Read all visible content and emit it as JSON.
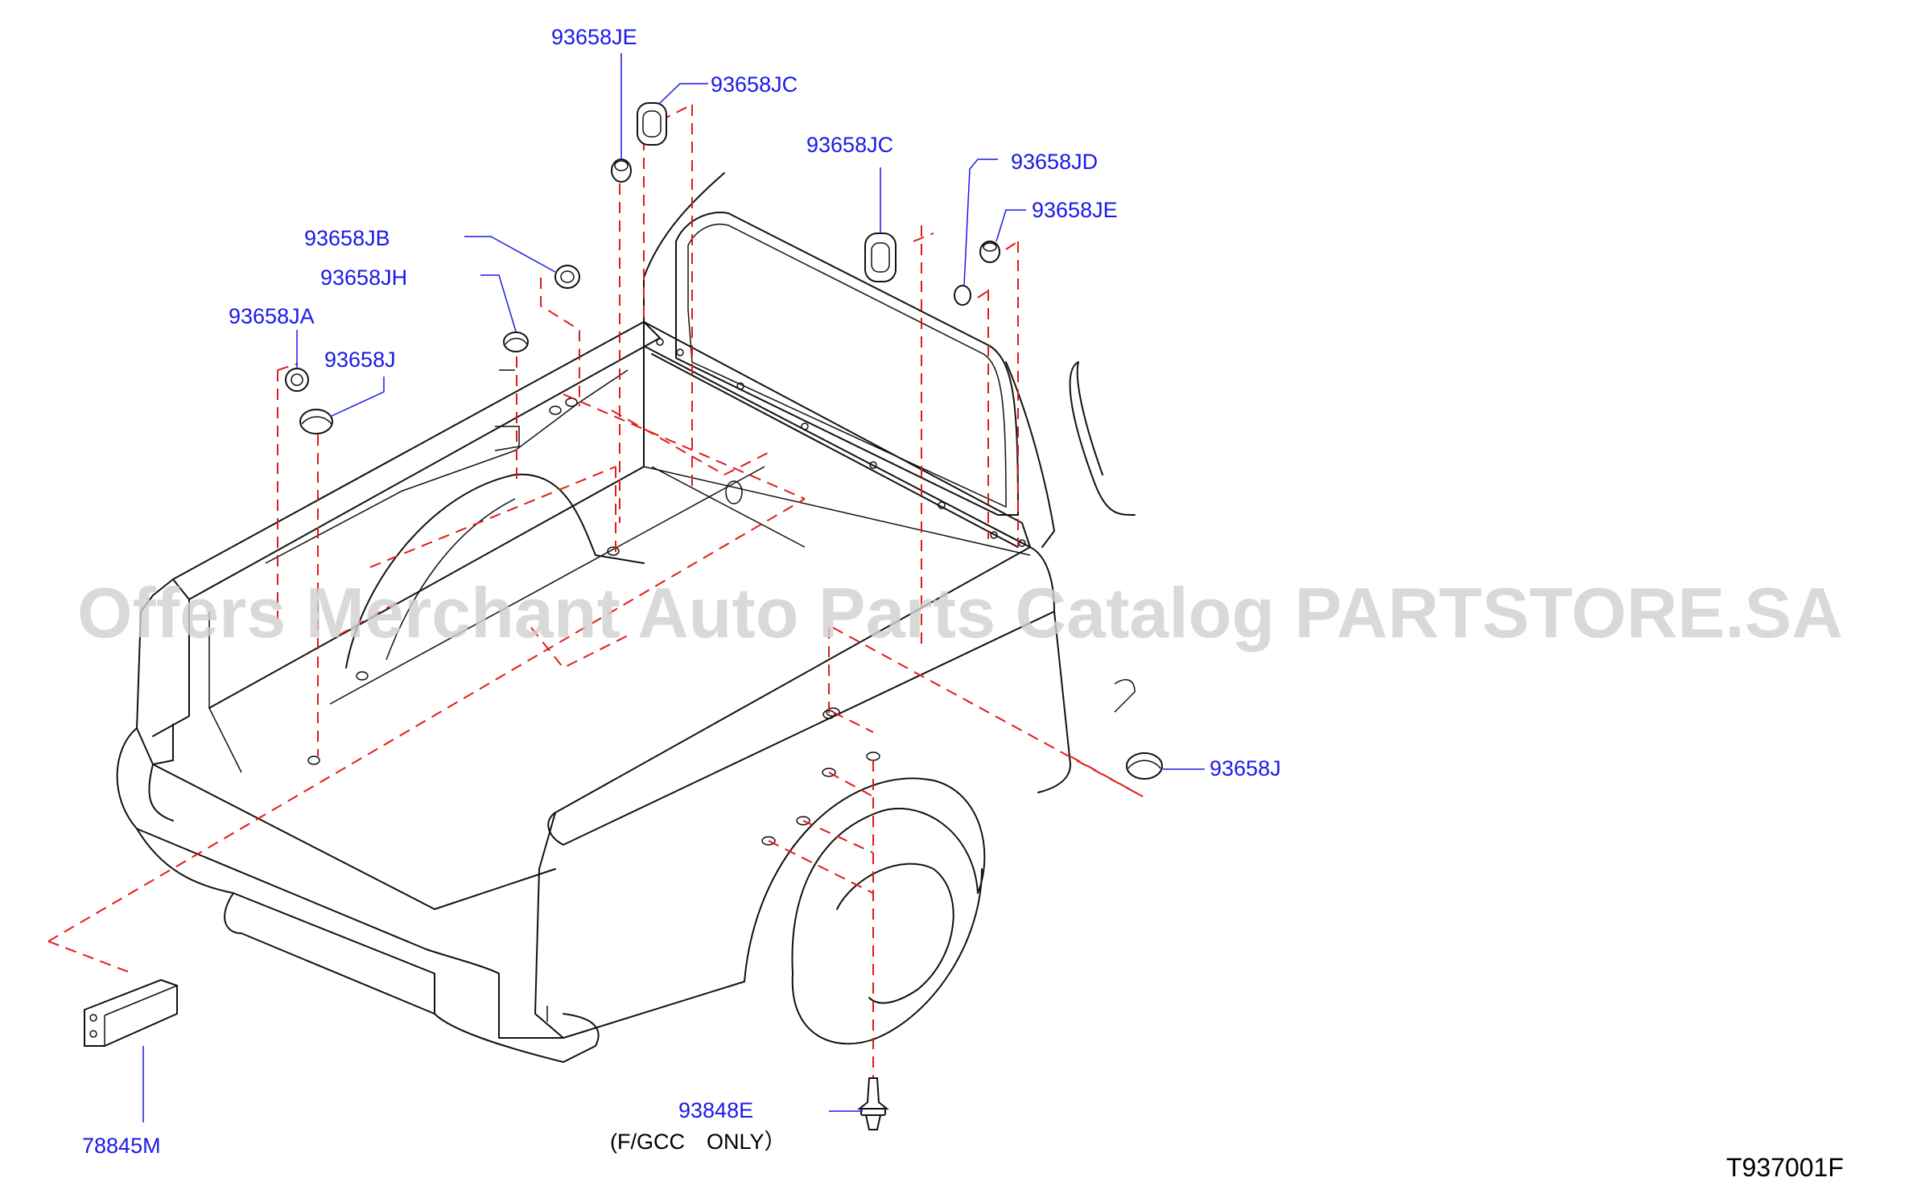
{
  "diagram": {
    "labels": {
      "je_top": "93658JE",
      "jc_top": "93658JC",
      "jc_mid": "93658JC",
      "jd": "93658JD",
      "je_right": "93658JE",
      "jb": "93658JB",
      "jh": "93658JH",
      "ja": "93658JA",
      "j_left": "93658J",
      "j_right": "93658J",
      "clip": "93848E",
      "clip_note": "(F/GCC　ONLY）",
      "bracket": "78845M"
    },
    "watermark": "Offers Merchant Auto Parts Catalog PARTSTORE.SA",
    "diagram_code": "T937001F",
    "colors": {
      "label": "#1a1ae6",
      "dash": "#e11a1a",
      "line": "#111111",
      "watermark": "#d0d0d0"
    }
  }
}
